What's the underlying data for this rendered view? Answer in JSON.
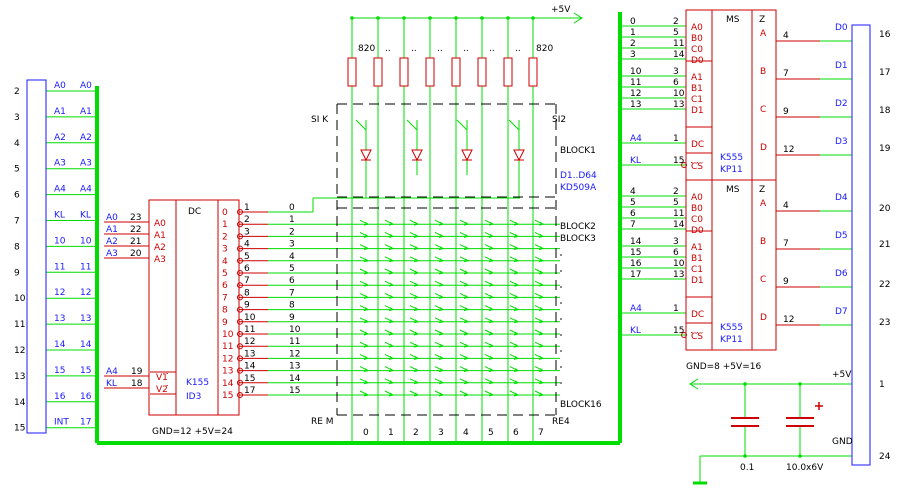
{
  "colors": {
    "wire": "#00dd00",
    "component": "#cc0000",
    "connector": "#1a1aff",
    "text": "#000000",
    "dash": "#000000"
  },
  "left_connector": {
    "pins": [
      "2",
      "3",
      "4",
      "5",
      "6",
      "7",
      "8",
      "9",
      "10",
      "11",
      "12",
      "13",
      "14",
      "15"
    ],
    "signals": [
      "A0",
      "A1",
      "A2",
      "A3",
      "A4",
      "KL",
      "10",
      "11",
      "12",
      "13",
      "14",
      "15",
      "16",
      "INT"
    ],
    "wire_nums": [
      "A0",
      "A1",
      "A2",
      "A3",
      "A4",
      "KL",
      "10",
      "11",
      "12",
      "13",
      "14",
      "15",
      "16",
      "17"
    ]
  },
  "decoder": {
    "tag": "DC",
    "inputs": [
      "A0",
      "A1",
      "A2",
      "A3"
    ],
    "input_pins": [
      "23",
      "22",
      "21",
      "20"
    ],
    "input_labels": [
      "A0",
      "A1",
      "A2",
      "A3"
    ],
    "enable_labels": [
      "V1",
      "V2"
    ],
    "enable_pins": [
      "19",
      "18"
    ],
    "enable_signals": [
      "A4",
      "KL"
    ],
    "outputs": [
      "0",
      "1",
      "2",
      "3",
      "4",
      "5",
      "6",
      "7",
      "8",
      "9",
      "10",
      "11",
      "12",
      "13",
      "14",
      "15"
    ],
    "output_pins": [
      "1",
      "2",
      "3",
      "4",
      "5",
      "6",
      "7",
      "8",
      "9",
      "10",
      "11",
      "12",
      "13",
      "14",
      "15",
      "17"
    ],
    "line_nums": [
      "0",
      "1",
      "2",
      "3",
      "4",
      "5",
      "6",
      "7",
      "8",
      "9",
      "10",
      "11",
      "12",
      "13",
      "14",
      "15"
    ],
    "type": "K155",
    "name": "ID3",
    "power": "GND=12  +5V=24"
  },
  "matrix": {
    "supply": "+5V",
    "resistor_left": "820",
    "resistor_right": "820",
    "dots": "..",
    "sik": "SI K",
    "si2": "SI2",
    "rem": "RE M",
    "re4": "RE4",
    "diode_range": "D1..D64",
    "diode_type": "KD509A",
    "block_labels": [
      "BLOCK1",
      "BLOCK2",
      "BLOCK3",
      "BLOCK16"
    ],
    "column_nums": [
      "0",
      "1",
      "2",
      "3",
      "4",
      "5",
      "6",
      "7"
    ]
  },
  "mux": {
    "tag": "MS",
    "z": "Z",
    "type": "K555",
    "name": "KP11",
    "dc": "DC",
    "cs": "CS",
    "ins": [
      "A0",
      "B0",
      "C0",
      "D0",
      "A1",
      "B1",
      "C1",
      "D1"
    ],
    "outs": [
      "A",
      "B",
      "C",
      "D"
    ],
    "top": {
      "col_nums": [
        "0",
        "1",
        "2",
        "3",
        "10",
        "11",
        "12",
        "13"
      ],
      "in_pins": [
        "2",
        "5",
        "11",
        "14",
        "3",
        "6",
        "10",
        "13"
      ],
      "out_pins": [
        "4",
        "7",
        "9",
        "12"
      ],
      "out_labels": [
        "D0",
        "D1",
        "D2",
        "D3"
      ],
      "sel_signals": [
        "A4",
        "KL"
      ],
      "sel_pins": [
        "1",
        "15"
      ]
    },
    "bottom": {
      "col_nums": [
        "4",
        "5",
        "6",
        "7",
        "14",
        "15",
        "16",
        "17"
      ],
      "in_pins": [
        "2",
        "5",
        "11",
        "14",
        "3",
        "6",
        "10",
        "13"
      ],
      "out_pins": [
        "4",
        "7",
        "9",
        "12"
      ],
      "out_labels": [
        "D4",
        "D5",
        "D6",
        "D7"
      ],
      "sel_signals": [
        "A4",
        "KL"
      ],
      "sel_pins": [
        "1",
        "15"
      ]
    },
    "power": "GND=8  +5V=16"
  },
  "right_connector": {
    "pins": [
      "16",
      "17",
      "18",
      "19",
      "20",
      "21",
      "22",
      "23",
      "1",
      "24"
    ],
    "plus5v": "+5V",
    "gnd": "GND"
  },
  "capacitors": {
    "c1": "0.1",
    "c2": "10.0x6V"
  }
}
